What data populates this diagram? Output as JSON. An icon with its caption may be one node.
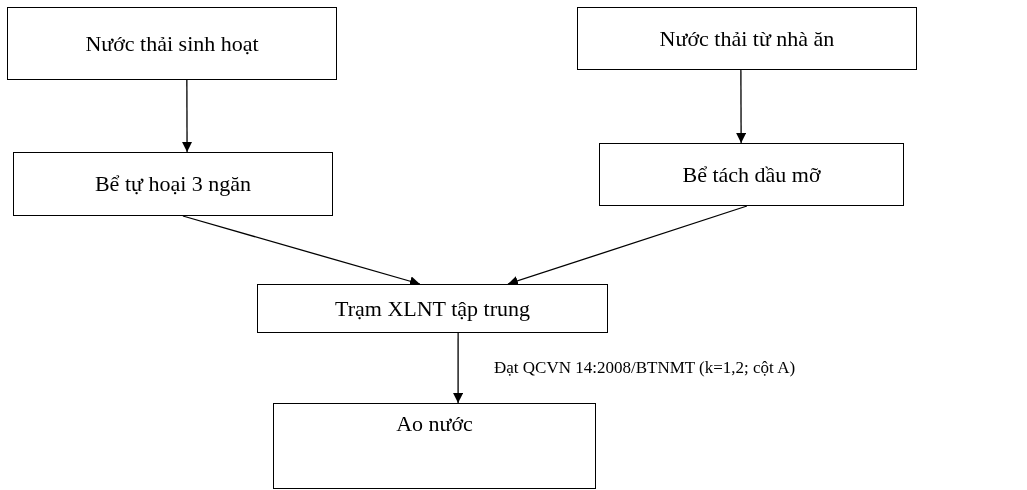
{
  "diagram": {
    "nodes": [
      {
        "text": [
          "Nước thải sinh hoạt"
        ]
      },
      {
        "text": [
          "Nước thải từ nhà ăn"
        ]
      },
      {
        "text": [
          "Bể tự hoại 3 ngăn"
        ]
      },
      {
        "text": [
          "Bể tách dầu mỡ"
        ]
      },
      {
        "text": [
          "Trạm XLNT tập trung"
        ]
      },
      {
        "text": [
          "Ao nước"
        ]
      }
    ],
    "edges": [
      {
        "from": 0,
        "to": 2,
        "arrow": "to"
      },
      {
        "from": 1,
        "to": 3,
        "arrow": "to"
      },
      {
        "from": 2,
        "to": 4,
        "arrow": "to"
      },
      {
        "from": 3,
        "to": 4,
        "arrow": "to"
      },
      {
        "from": 4,
        "to": 5,
        "arrow": "to",
        "label": "Đạt QCVN 14:2008/BTNMT (k=1,2; cột A)"
      }
    ]
  }
}
